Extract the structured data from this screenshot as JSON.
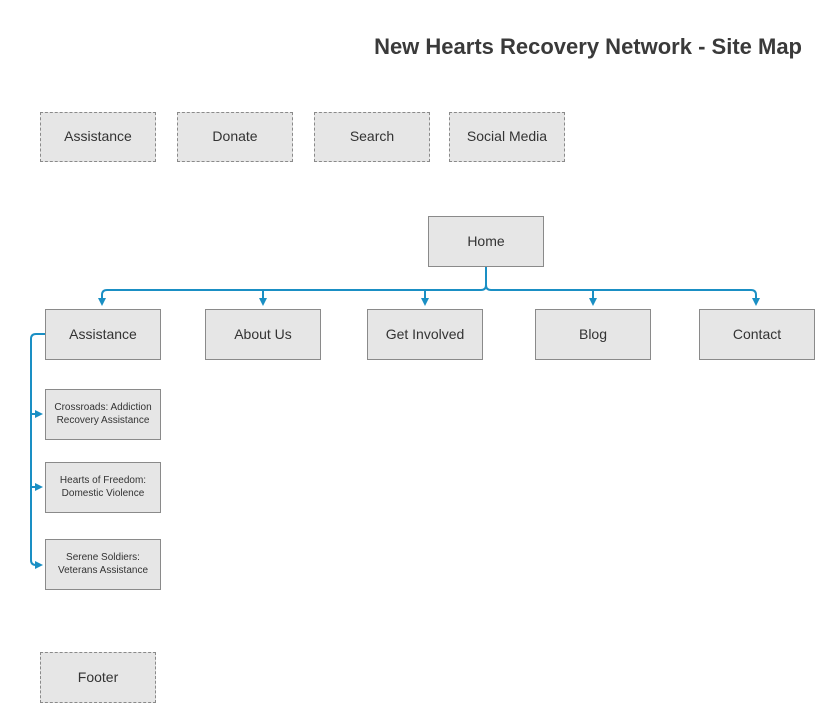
{
  "title": "New Hearts Recovery Network - Site Map",
  "colors": {
    "connector": "#1a8fc4",
    "node_fill": "#e6e6e6",
    "node_border": "#8a8a8a"
  },
  "utility_nav": [
    {
      "label": "Assistance"
    },
    {
      "label": "Donate"
    },
    {
      "label": "Search"
    },
    {
      "label": "Social Media"
    }
  ],
  "root": {
    "label": "Home"
  },
  "main_nav": [
    {
      "label": "Assistance"
    },
    {
      "label": "About Us"
    },
    {
      "label": "Get Involved"
    },
    {
      "label": "Blog"
    },
    {
      "label": "Contact"
    }
  ],
  "assistance_children": [
    {
      "label": "Crossroads: Addiction Recovery Assistance"
    },
    {
      "label": "Hearts of Freedom: Domestic Violence"
    },
    {
      "label": "Serene Soldiers: Veterans Assistance"
    }
  ],
  "footer": {
    "label": "Footer"
  }
}
